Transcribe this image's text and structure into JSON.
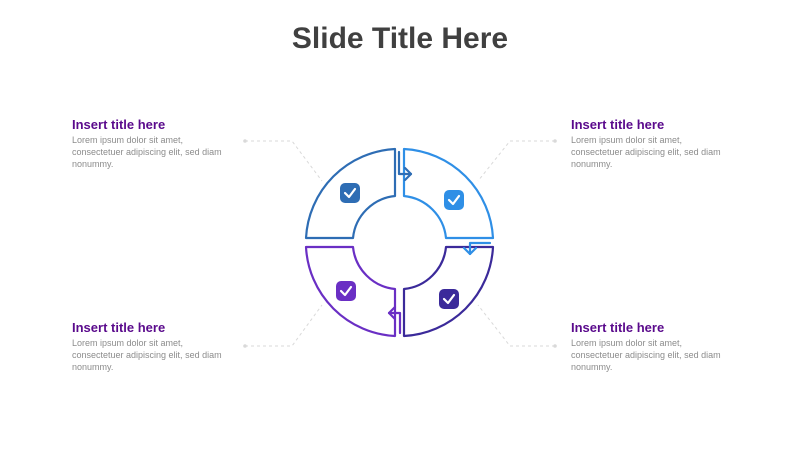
{
  "slide": {
    "title": "Slide Title Here"
  },
  "callouts": [
    {
      "title": "Insert title here",
      "body": "Lorem ipsum dolor sit amet, consectetuer adipiscing elit, sed diam nonummy."
    },
    {
      "title": "Insert title here",
      "body": "Lorem ipsum dolor sit amet, consectetuer adipiscing elit, sed diam nonummy."
    },
    {
      "title": "Insert title here",
      "body": "Lorem ipsum dolor sit amet, consectetuer adipiscing elit, sed diam nonummy."
    },
    {
      "title": "Insert title here",
      "body": "Lorem ipsum dolor sit amet, consectetuer adipiscing elit, sed diam nonummy."
    }
  ],
  "segments": [
    {
      "name": "top-left",
      "color": "#2e6db4",
      "icon": "check-icon"
    },
    {
      "name": "top-right",
      "color": "#2f8fe6",
      "icon": "check-icon"
    },
    {
      "name": "bottom-right",
      "color": "#3b2a9a",
      "icon": "check-icon"
    },
    {
      "name": "bottom-left",
      "color": "#6a2fc4",
      "icon": "check-icon"
    }
  ],
  "colors": {
    "title": "#404040",
    "callout_title": "#5a0a8c",
    "callout_body": "#8c8c8c",
    "connector": "#d9d9d9"
  }
}
